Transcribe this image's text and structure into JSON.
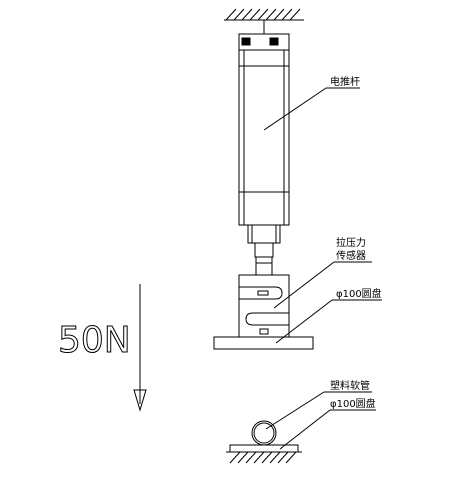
{
  "labels": {
    "actuator": "电推杆",
    "sensor_line1": "拉压力",
    "sensor_line2": "传感器",
    "disk_top": "φ100圆盘",
    "tube": "塑料软管",
    "disk_bottom": "φ100圆盘",
    "force": "50N"
  }
}
